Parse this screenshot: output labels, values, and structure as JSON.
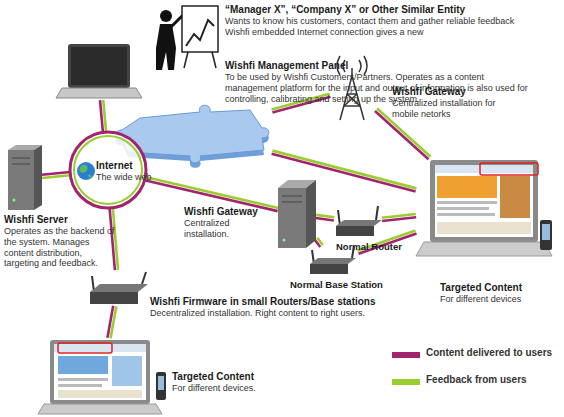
{
  "diagram": {
    "nodes": [
      {
        "text": [
          "“Manager X”, “Company X” or Other Similar Entity",
          "Wants to know his customers, contact them and gather reliable feedback Wishfi embedded Internet connection gives a new"
        ]
      },
      {
        "text": [
          "Wishfi Management Panel",
          "To be used by Wishfi Customers/Partners. Operates as a content management platform for the input and output of information is also used for controlling, calibrating and setting up the system."
        ]
      },
      {
        "text": [
          "Wishfi Gateway",
          "Centralized installation for mobile netorks"
        ]
      },
      {
        "text": [
          "Internet",
          "The wide web"
        ]
      },
      {
        "text": [
          "Wishfi Server",
          "Operates as the backend of the system. Manages content distribution, targeting and feedback."
        ]
      },
      {
        "text": [
          "Wishfi Gateway",
          "Centralized installation."
        ]
      },
      {
        "text": [
          "Normal Router"
        ]
      },
      {
        "text": [
          "Normal Base Station"
        ]
      },
      {
        "text": [
          "Targeted Content",
          "For different devices"
        ]
      },
      {
        "text": [
          "Wishfi Firmware in small Routers/Base stations",
          "Decentralized installation. Right content to right users."
        ]
      },
      {
        "text": [
          "Targeted Content",
          "For different devices."
        ]
      }
    ],
    "edges": [
      {
        "from": 0,
        "to": 3,
        "arrow": "none"
      },
      {
        "from": 1,
        "to": 2,
        "arrow": "none"
      },
      {
        "from": 1,
        "to": 8,
        "arrow": "none"
      },
      {
        "from": 2,
        "to": 8,
        "arrow": "none"
      },
      {
        "from": 3,
        "to": 4,
        "arrow": "none"
      },
      {
        "from": 3,
        "to": 5,
        "arrow": "none"
      },
      {
        "from": 5,
        "to": 6,
        "arrow": "none"
      },
      {
        "from": 5,
        "to": 7,
        "arrow": "none"
      },
      {
        "from": 6,
        "to": 8,
        "arrow": "none"
      },
      {
        "from": 7,
        "to": 8,
        "arrow": "none"
      },
      {
        "from": 3,
        "to": 9,
        "arrow": "none"
      },
      {
        "from": 9,
        "to": 10,
        "arrow": "none"
      }
    ],
    "legend": [
      {
        "text": "Content delivered to users",
        "color": "#a3246e"
      },
      {
        "text": "Feedback from users",
        "color": "#9acd32"
      }
    ]
  }
}
